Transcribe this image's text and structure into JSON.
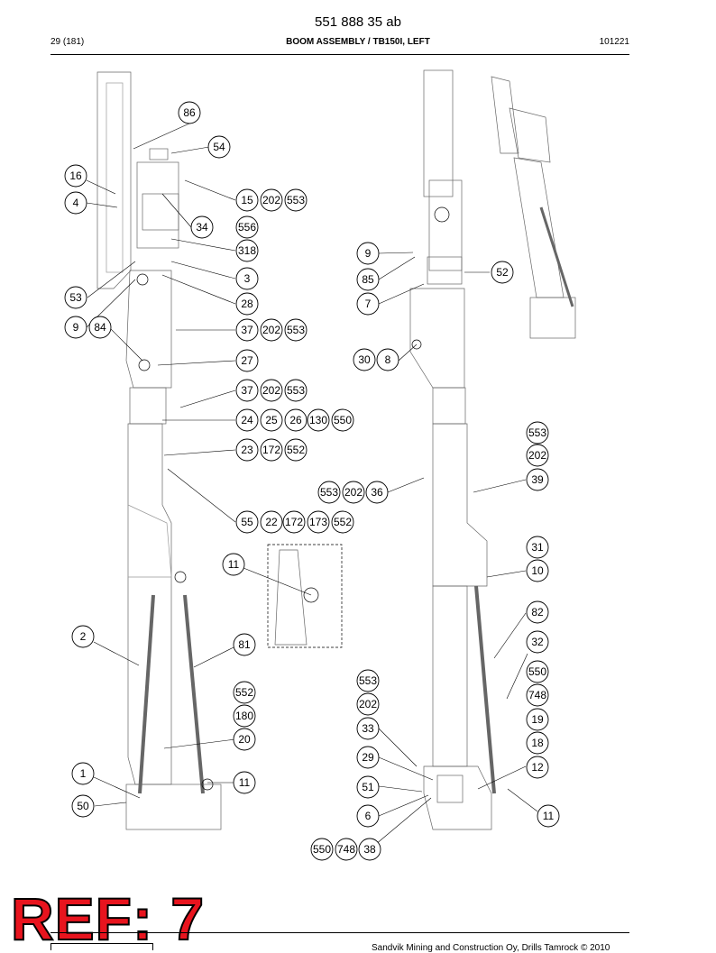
{
  "header": {
    "document_number": "551 888 35 ab",
    "page": "29 (181)",
    "title": "BOOM ASSEMBLY / TB150I, LEFT",
    "date": "101221"
  },
  "ref_stamp": "REF: 7",
  "footer": {
    "copyright": "Sandvik Mining and Construction Oy, Drills Tamrock © 2010"
  },
  "callouts": [
    "86",
    "54",
    "16",
    "4",
    "15",
    "202",
    "553",
    "34",
    "556",
    "318",
    "3",
    "53",
    "28",
    "9",
    "84",
    "37",
    "202",
    "553",
    "27",
    "37",
    "202",
    "553",
    "24",
    "25",
    "26",
    "130",
    "550",
    "23",
    "172",
    "552",
    "55",
    "22",
    "172",
    "173",
    "552",
    "11",
    "2",
    "81",
    "552",
    "180",
    "20",
    "1",
    "11",
    "50",
    "9",
    "52",
    "85",
    "7",
    "30",
    "8",
    "553",
    "202",
    "553",
    "202",
    "36",
    "39",
    "31",
    "10",
    "82",
    "32",
    "550",
    "748",
    "19",
    "18",
    "553",
    "202",
    "33",
    "29",
    "12",
    "51",
    "6",
    "11",
    "550",
    "748",
    "38"
  ]
}
